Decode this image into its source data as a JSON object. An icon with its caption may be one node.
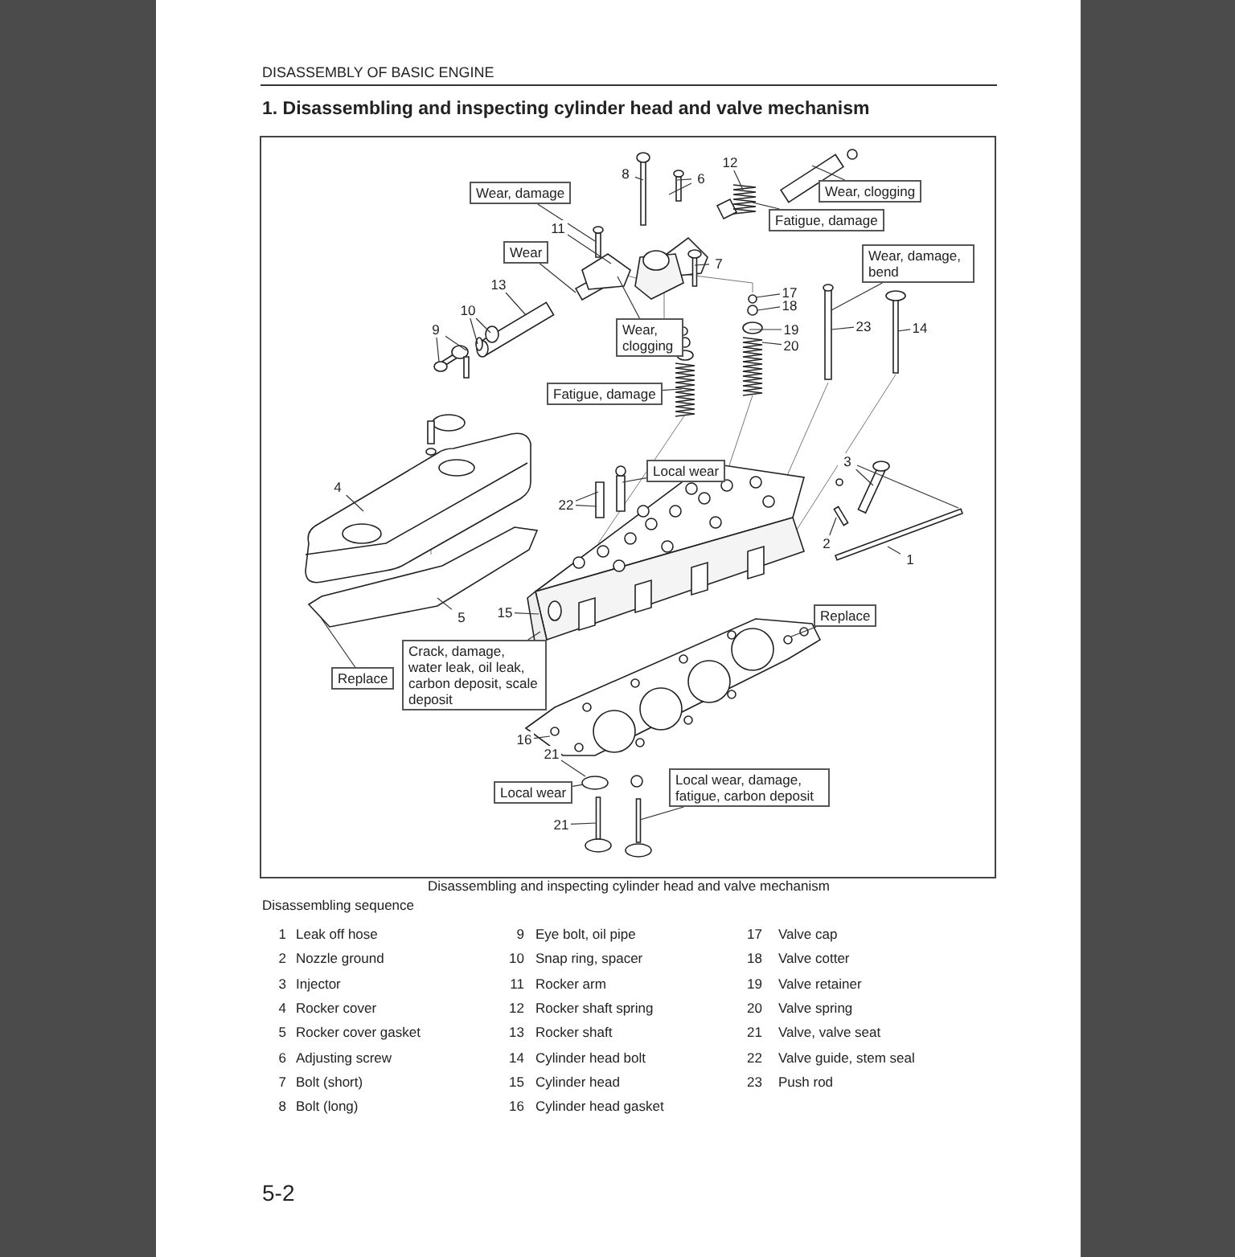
{
  "diagram": {
    "title": "1. Disassembling and inspecting cylinder head and valve mechanism",
    "caption": "Disassembling and inspecting cylinder head and valve mechanism",
    "nodes": [
      {
        "text": [
          "Wear, damage"
        ]
      },
      {
        "text": [
          "8"
        ]
      },
      {
        "text": [
          "6"
        ]
      },
      {
        "text": [
          "12"
        ]
      },
      {
        "text": [
          "Wear, clogging"
        ]
      },
      {
        "text": [
          "Fatigue, damage"
        ]
      },
      {
        "text": [
          "11"
        ]
      },
      {
        "text": [
          "Wear"
        ]
      },
      {
        "text": [
          "7"
        ]
      },
      {
        "text": [
          "13"
        ]
      },
      {
        "text": [
          "10"
        ]
      },
      {
        "text": [
          "9"
        ]
      },
      {
        "text": [
          "Wear, damage, bend"
        ]
      },
      {
        "text": [
          "Wear, clogging"
        ]
      },
      {
        "text": [
          "17"
        ]
      },
      {
        "text": [
          "18"
        ]
      },
      {
        "text": [
          "19"
        ]
      },
      {
        "text": [
          "20"
        ]
      },
      {
        "text": [
          "23"
        ]
      },
      {
        "text": [
          "14"
        ]
      },
      {
        "text": [
          "Fatigue, damage"
        ]
      },
      {
        "text": [
          "4"
        ]
      },
      {
        "text": [
          "Local wear"
        ]
      },
      {
        "text": [
          "22"
        ]
      },
      {
        "text": [
          "3"
        ]
      },
      {
        "text": [
          "2"
        ]
      },
      {
        "text": [
          "1"
        ]
      },
      {
        "text": [
          "5"
        ]
      },
      {
        "text": [
          "15"
        ]
      },
      {
        "text": [
          "Replace"
        ]
      },
      {
        "text": [
          "Crack, damage, water leak, oil leak, carbon deposit, scale deposit"
        ]
      },
      {
        "text": [
          "Replace"
        ]
      },
      {
        "text": [
          "16"
        ]
      },
      {
        "text": [
          "21"
        ]
      },
      {
        "text": [
          "Local wear"
        ]
      },
      {
        "text": [
          "Local wear, damage, fatigue, carbon deposit"
        ]
      },
      {
        "text": [
          "21"
        ]
      },
      {
        "text": [],
        "shape": "circle"
      }
    ],
    "edges": [
      {
        "from": 0,
        "to": null,
        "arrow": "none"
      },
      {
        "from": 1,
        "to": null,
        "arrow": "none"
      },
      {
        "from": 2,
        "to": null,
        "arrow": "none"
      },
      {
        "from": 2,
        "to": null,
        "arrow": "none"
      },
      {
        "from": 3,
        "to": null,
        "arrow": "none"
      },
      {
        "from": 4,
        "to": null,
        "arrow": "none"
      },
      {
        "from": 5,
        "to": null,
        "arrow": "none"
      },
      {
        "from": 6,
        "to": null,
        "arrow": "none"
      },
      {
        "from": 7,
        "to": null,
        "arrow": "none"
      },
      {
        "from": 8,
        "to": null,
        "arrow": "none"
      },
      {
        "from": 9,
        "to": null,
        "arrow": "none"
      },
      {
        "from": 10,
        "to": null,
        "arrow": "none"
      },
      {
        "from": 10,
        "to": null,
        "arrow": "none"
      },
      {
        "from": 11,
        "to": null,
        "arrow": "none"
      },
      {
        "from": 11,
        "to": null,
        "arrow": "none"
      },
      {
        "from": 12,
        "to": null,
        "arrow": "none"
      },
      {
        "from": 13,
        "to": null,
        "arrow": "none"
      },
      {
        "from": 14,
        "to": null,
        "arrow": "none"
      },
      {
        "from": 15,
        "to": null,
        "arrow": "none"
      },
      {
        "from": 16,
        "to": null,
        "arrow": "none"
      },
      {
        "from": 17,
        "to": null,
        "arrow": "none"
      },
      {
        "from": 18,
        "to": null,
        "arrow": "none"
      },
      {
        "from": 19,
        "to": null,
        "arrow": "none"
      },
      {
        "from": 20,
        "to": null,
        "arrow": "none"
      },
      {
        "from": 21,
        "to": null,
        "arrow": "none"
      },
      {
        "from": 22,
        "to": null,
        "arrow": "none"
      },
      {
        "from": 23,
        "to": null,
        "arrow": "none"
      },
      {
        "from": 23,
        "to": null,
        "arrow": "none"
      },
      {
        "from": 24,
        "to": null,
        "arrow": "none"
      },
      {
        "from": 24,
        "to": null,
        "arrow": "none"
      },
      {
        "from": 25,
        "to": null,
        "arrow": "none"
      },
      {
        "from": 26,
        "to": null,
        "arrow": "none"
      },
      {
        "from": 27,
        "to": null,
        "arrow": "none"
      },
      {
        "from": 28,
        "to": null,
        "arrow": "none"
      },
      {
        "from": 29,
        "to": null,
        "arrow": "none"
      },
      {
        "from": 30,
        "to": null,
        "arrow": "none"
      },
      {
        "from": 31,
        "to": null,
        "arrow": "none"
      },
      {
        "from": 32,
        "to": null,
        "arrow": "none"
      },
      {
        "from": 33,
        "to": 37,
        "arrow": "none"
      },
      {
        "from": 34,
        "to": 37,
        "arrow": "none"
      },
      {
        "from": 35,
        "to": null,
        "arrow": "none"
      },
      {
        "from": 36,
        "to": null,
        "arrow": "none"
      }
    ],
    "labels": [
      "DISASSEMBLY OF BASIC ENGINE",
      "Disassembling sequence",
      "1",
      "Leak off hose",
      "9",
      "Eye bolt, oil pipe",
      "17",
      "Valve cap",
      "2",
      "Nozzle ground",
      "10",
      "Snap ring, spacer",
      "18",
      "Valve cotter",
      "3",
      "Injector",
      "11",
      "Rocker arm",
      "19",
      "Valve retainer",
      "4",
      "Rocker cover",
      "12",
      "Rocker shaft spring",
      "20",
      "Valve spring",
      "5",
      "Rocker cover gasket",
      "13",
      "Rocker shaft",
      "21",
      "Valve, valve seat",
      "6",
      "Adjusting screw",
      "14",
      "Cylinder head bolt",
      "22",
      "Valve guide, stem seal",
      "7",
      "Bolt (short)",
      "15",
      "Cylinder head",
      "23",
      "Push rod",
      "8",
      "Bolt (long)",
      "16",
      "Cylinder head gasket",
      "5-2"
    ]
  }
}
